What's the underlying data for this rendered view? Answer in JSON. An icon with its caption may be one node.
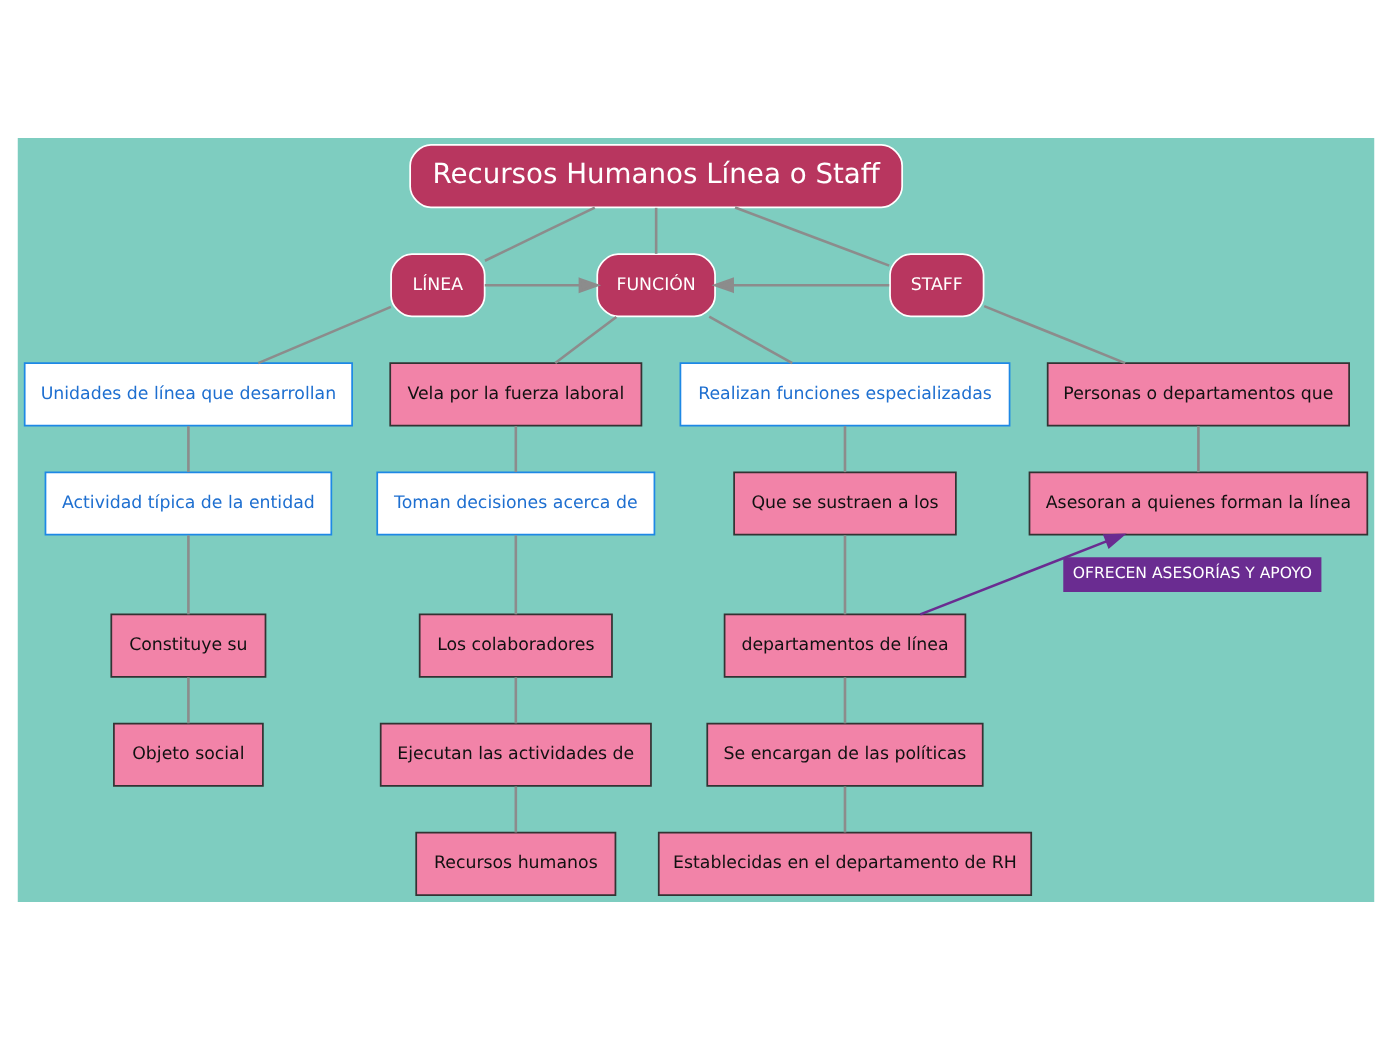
{
  "diagram": {
    "nodes": [
      {
        "text": [
          "Recursos Humanos Línea o Staff"
        ]
      },
      {
        "text": [
          "LÍNEA"
        ]
      },
      {
        "text": [
          "FUNCIÓN"
        ]
      },
      {
        "text": [
          "STAFF"
        ]
      },
      {
        "text": [
          "Unidades de línea que desarrollan"
        ]
      },
      {
        "text": [
          "Actividad típica de la entidad"
        ]
      },
      {
        "text": [
          "Constituye su"
        ]
      },
      {
        "text": [
          "Objeto social"
        ]
      },
      {
        "text": [
          "Vela por la fuerza laboral"
        ]
      },
      {
        "text": [
          "Toman decisiones acerca de"
        ]
      },
      {
        "text": [
          "Los colaboradores"
        ]
      },
      {
        "text": [
          "Ejecutan las actividades de"
        ]
      },
      {
        "text": [
          "Recursos humanos"
        ]
      },
      {
        "text": [
          "Realizan funciones especializadas"
        ]
      },
      {
        "text": [
          "Que se sustraen a los"
        ]
      },
      {
        "text": [
          "departamentos de línea"
        ]
      },
      {
        "text": [
          "Se encargan de las políticas"
        ]
      },
      {
        "text": [
          "Establecidas en el departamento de RH"
        ]
      },
      {
        "text": [
          "Personas o departamentos que"
        ]
      },
      {
        "text": [
          "Asesoran a quienes forman la línea"
        ]
      }
    ],
    "edges": [
      {
        "from": 0,
        "to": 1,
        "arrow": "none"
      },
      {
        "from": 0,
        "to": 2,
        "arrow": "none"
      },
      {
        "from": 0,
        "to": 3,
        "arrow": "none"
      },
      {
        "from": 1,
        "to": 4,
        "arrow": "none"
      },
      {
        "from": 4,
        "to": 5,
        "arrow": "none"
      },
      {
        "from": 5,
        "to": 6,
        "arrow": "none"
      },
      {
        "from": 6,
        "to": 7,
        "arrow": "none"
      },
      {
        "from": 2,
        "to": 8,
        "arrow": "none"
      },
      {
        "from": 8,
        "to": 9,
        "arrow": "none"
      },
      {
        "from": 9,
        "to": 10,
        "arrow": "none"
      },
      {
        "from": 10,
        "to": 11,
        "arrow": "none"
      },
      {
        "from": 11,
        "to": 12,
        "arrow": "none"
      },
      {
        "from": 2,
        "to": 13,
        "arrow": "none"
      },
      {
        "from": 13,
        "to": 14,
        "arrow": "none"
      },
      {
        "from": 14,
        "to": 15,
        "arrow": "none"
      },
      {
        "from": 15,
        "to": 16,
        "arrow": "none"
      },
      {
        "from": 16,
        "to": 17,
        "arrow": "none"
      },
      {
        "from": 3,
        "to": 18,
        "arrow": "none"
      },
      {
        "from": 18,
        "to": 19,
        "arrow": "none"
      },
      {
        "from": 1,
        "to": 2,
        "arrow": "to"
      },
      {
        "from": 3,
        "to": 2,
        "arrow": "to"
      },
      {
        "from": 15,
        "to": 19,
        "arrow": "to",
        "label": "OFRECEN ASESORÍAS Y APOYO",
        "color": "#6a2c91"
      }
    ]
  }
}
